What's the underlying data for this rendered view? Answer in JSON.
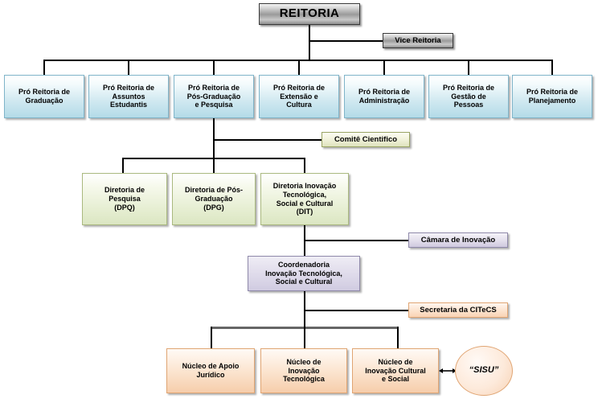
{
  "diagram": {
    "title": "Organograma REITORIA",
    "colors": {
      "gray": "#9a9a9a",
      "blue": "#b3dbe8",
      "olive": "#dfe3bd",
      "green": "#dbe6c2",
      "purple": "#cfc9df",
      "orange": "#f9d3b4",
      "line": "#000000"
    }
  },
  "top": {
    "reitoria": "REITORIA",
    "vice_reitoria": "Vice Reitoria"
  },
  "pro_reitorias": [
    {
      "label": "Pró Reitoria de\nGraduação"
    },
    {
      "label": "Pró Reitoria de\nAssuntos\nEstudantis"
    },
    {
      "label": "Pró Reitoria de\nPós-Graduação\ne Pesquisa"
    },
    {
      "label": "Pró Reitoria de\nExtensão e\nCultura"
    },
    {
      "label": "Pró Reitoria de\nAdministração"
    },
    {
      "label": "Pró Reitoria de\nGestão de\nPessoas"
    },
    {
      "label": "Pró Reitoria de\nPlanejamento"
    }
  ],
  "comite": {
    "label": "Comitê Cientifico"
  },
  "diretorias": [
    {
      "label": "Diretoria de\nPesquisa\n(DPQ)"
    },
    {
      "label": "Diretoria de Pós-\nGraduação\n(DPG)"
    },
    {
      "label": "Diretoria Inovação\nTecnológica,\nSocial e Cultural\n(DIT)"
    }
  ],
  "camara": {
    "label": "Câmara de Inovação"
  },
  "coordenadoria": {
    "label": "Coordenadoria\nInovação Tecnológica,\nSocial e Cultural"
  },
  "secretaria": {
    "label": "Secretaria da CITeCS"
  },
  "nucleos": [
    {
      "label": "Núcleo de Apoio\nJurídico"
    },
    {
      "label": "Núcleo de\nInovação\nTecnológica"
    },
    {
      "label": "Núcleo de\nInovação Cultural\ne Social"
    }
  ],
  "sisu": {
    "label": "“SISU”"
  }
}
